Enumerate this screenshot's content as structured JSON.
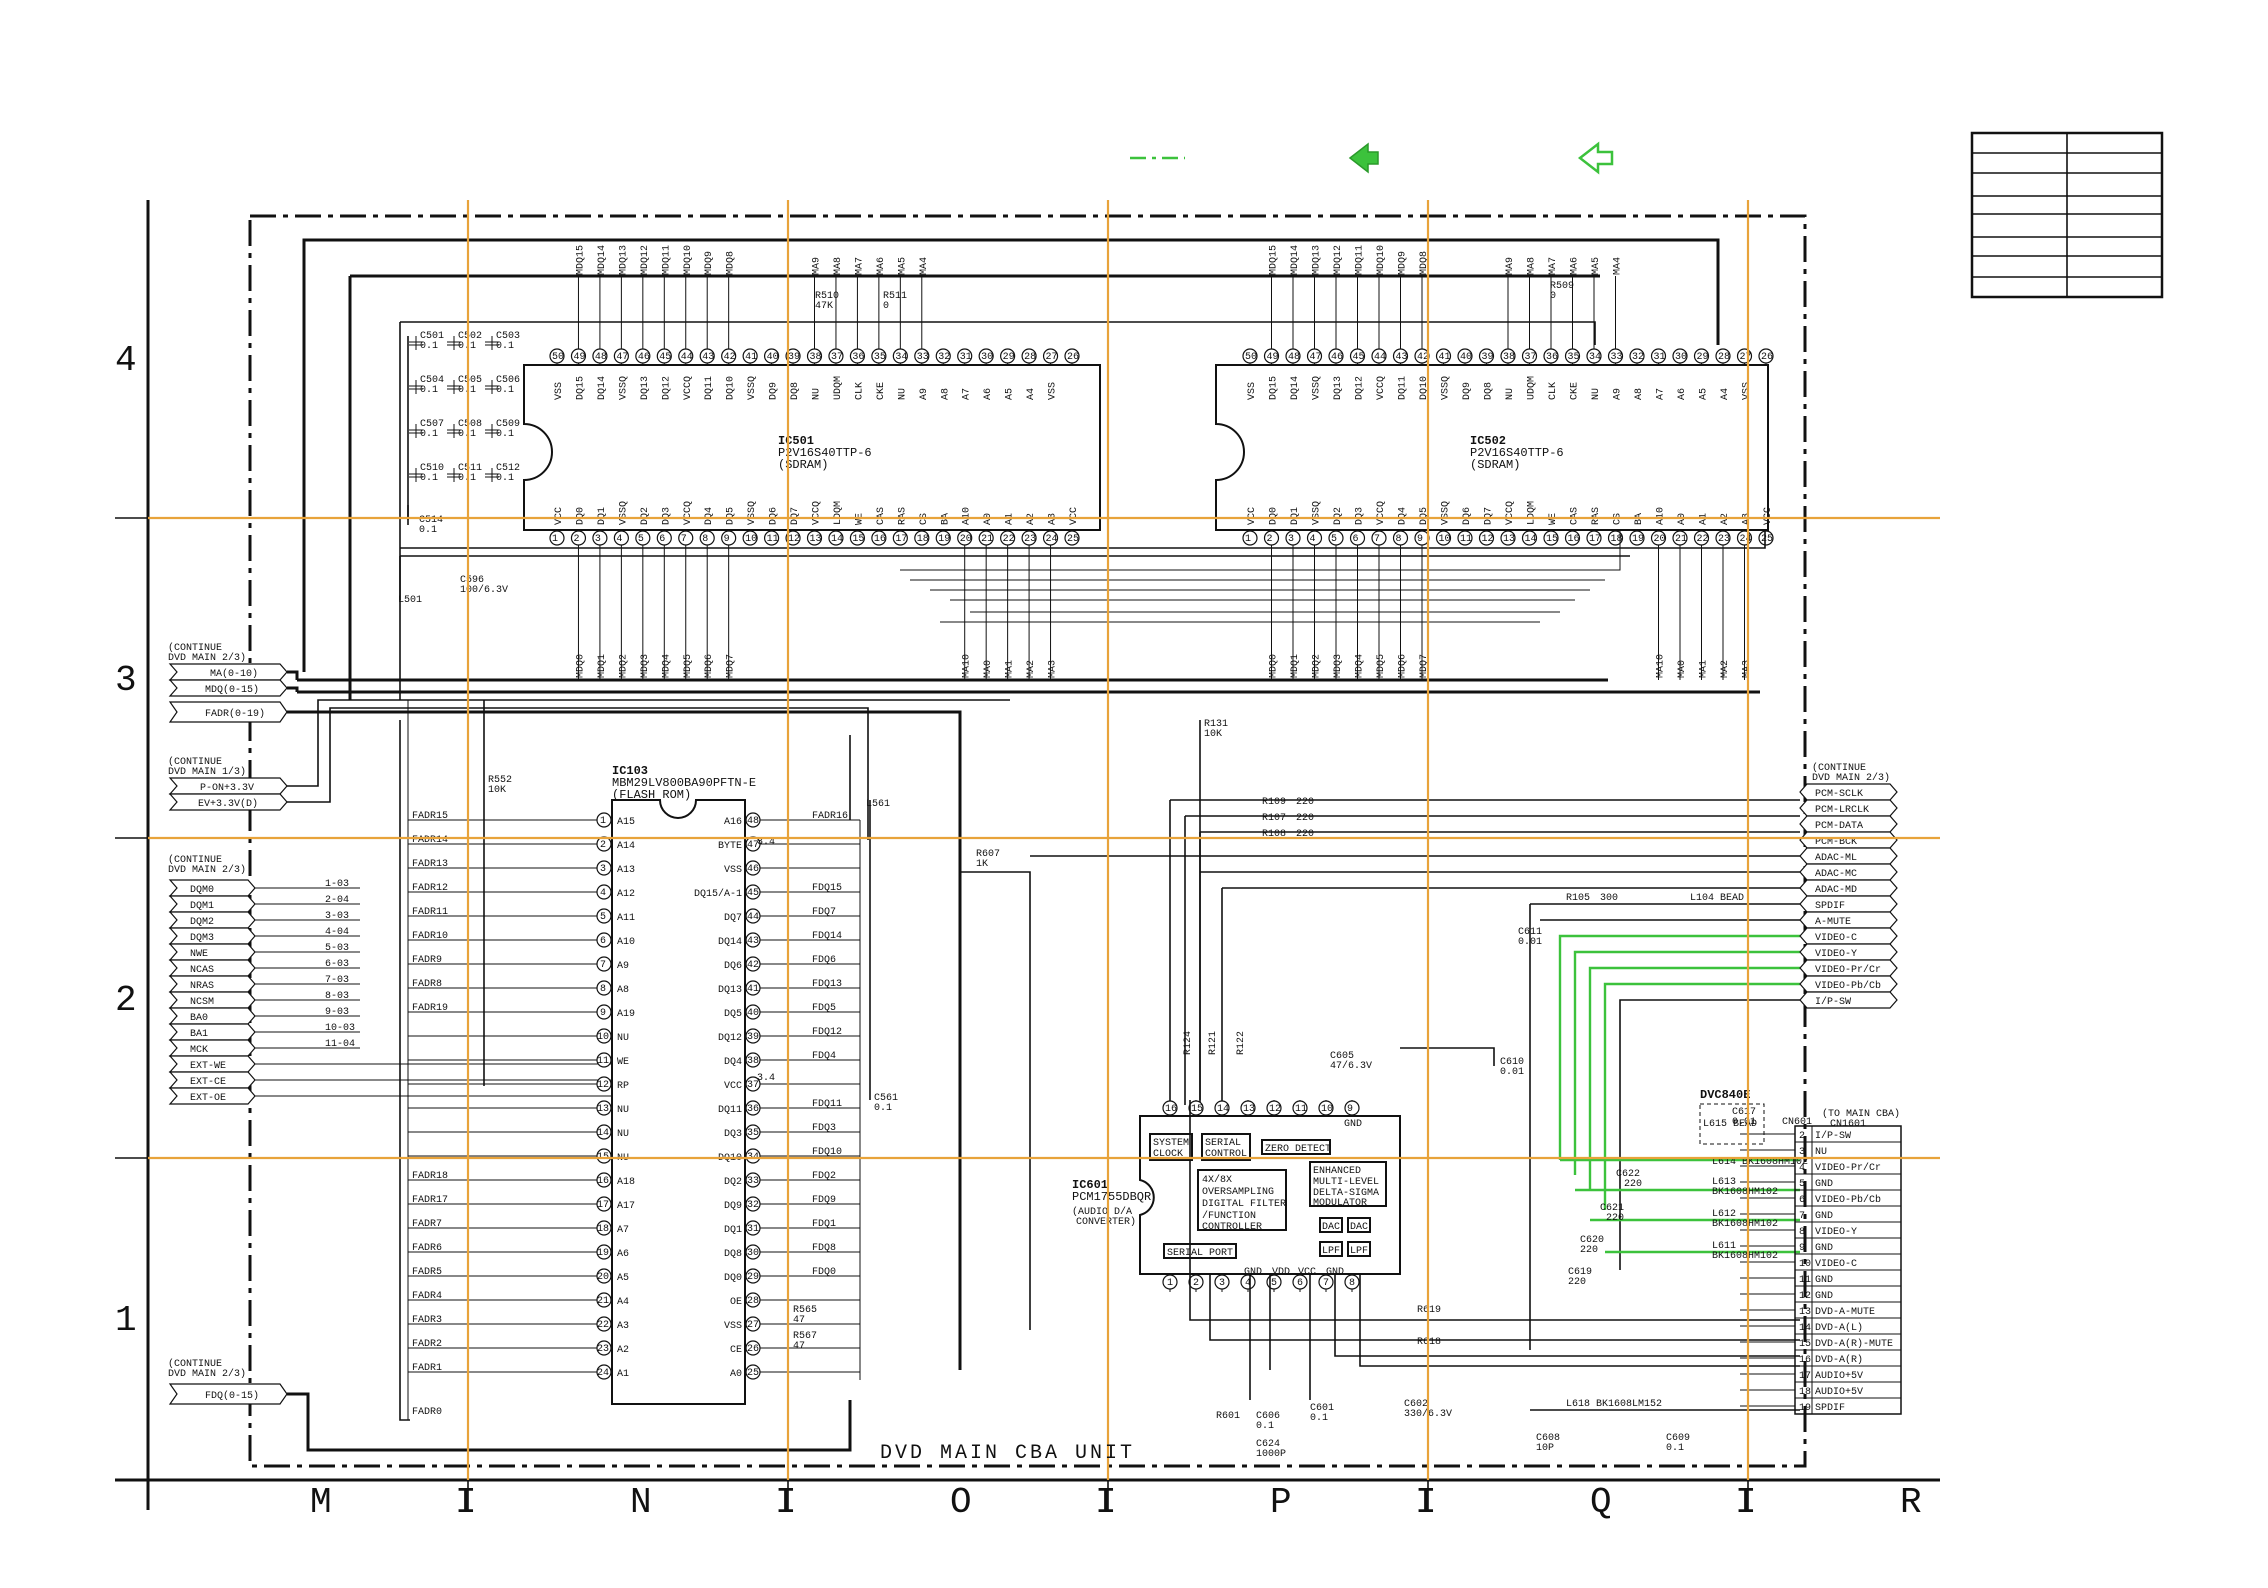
{
  "zones_row": [
    "M",
    "N",
    "O",
    "P",
    "Q",
    "R"
  ],
  "zones_col": [
    "4",
    "3",
    "2",
    "1"
  ],
  "title": "DVD MAIN CBA UNIT",
  "ic501": {
    "ref": "IC501",
    "part": "P2V16S40TTP-6",
    "type": "(SDRAM)"
  },
  "ic502": {
    "ref": "IC502",
    "part": "P2V16S40TTP-6",
    "type": "(SDRAM)"
  },
  "ic103": {
    "ref": "IC103",
    "part": "MBM29LV800BA90PFTN-E",
    "type": "(FLASH ROM)"
  },
  "ic601": {
    "ref": "IC601",
    "part": "PCM1755DBQR",
    "type1": "(AUDIO D/A",
    "type2": "CONVERTER)"
  },
  "sdram_top_pins": [
    "VSS",
    "DQ15",
    "DQ14",
    "VSSQ",
    "DQ13",
    "DQ12",
    "VCCQ",
    "DQ11",
    "DQ10",
    "VSSQ",
    "DQ9",
    "DQ8",
    "NU",
    "UDQM",
    "CLK",
    "CKE",
    "NU",
    "A9",
    "A8",
    "A7",
    "A6",
    "A5",
    "A4",
    "VSS"
  ],
  "sdram_bot_pins": [
    "VCC",
    "DQ0",
    "DQ1",
    "VSSQ",
    "DQ2",
    "DQ3",
    "VCCQ",
    "DQ4",
    "DQ5",
    "VSSQ",
    "DQ6",
    "DQ7",
    "VCCQ",
    "LDQM",
    "WE",
    "CAS",
    "RAS",
    "CS",
    "BA",
    "A10",
    "A0",
    "A1",
    "A2",
    "A3",
    "VCC"
  ],
  "sdram_top_nums": [
    "50",
    "49",
    "48",
    "47",
    "46",
    "45",
    "44",
    "43",
    "42",
    "41",
    "40",
    "39",
    "38",
    "37",
    "36",
    "35",
    "34",
    "33",
    "32",
    "31",
    "30",
    "29",
    "28",
    "27",
    "26"
  ],
  "sdram_bot_nums": [
    "1",
    "2",
    "3",
    "4",
    "5",
    "6",
    "7",
    "8",
    "9",
    "10",
    "11",
    "12",
    "13",
    "14",
    "15",
    "16",
    "17",
    "18",
    "19",
    "20",
    "21",
    "22",
    "23",
    "24",
    "25"
  ],
  "ic501_top_nets": [
    "MDQ15",
    "MDQ14",
    "MDQ13",
    "MDQ12",
    "MDQ11",
    "MDQ10",
    "MDQ9",
    "MDQ8",
    "MA9",
    "MA8",
    "MA7",
    "MA6",
    "MA5",
    "MA4"
  ],
  "ic501_bot_nets": [
    "MDQ0",
    "MDQ1",
    "MDQ2",
    "MDQ3",
    "MDQ4",
    "MDQ5",
    "MDQ6",
    "MDQ7",
    "MA10",
    "MA0",
    "MA1",
    "MA2",
    "MA3"
  ],
  "caps_left": [
    "C501",
    "C502",
    "C503",
    "C504",
    "C505",
    "C506",
    "C507",
    "C508",
    "C509",
    "C510",
    "C511",
    "C512"
  ],
  "cap_val": "0.1",
  "c514": "C514",
  "c596": {
    "ref": "C596",
    "val": "100/6.3V"
  },
  "l501": "L501",
  "r510": {
    "ref": "R510",
    "val": "47K"
  },
  "r511": {
    "ref": "R511",
    "val": "0"
  },
  "r509": {
    "ref": "R509",
    "val": "0"
  },
  "v34": "3.4",
  "left_conn1": {
    "note1": "(CONTINUE",
    "note2": "DVD MAIN 2/3)",
    "nets": [
      "MA(0-10)",
      "MDQ(0-15)"
    ]
  },
  "fadr_bus": "FADR(0-19)",
  "left_conn2": {
    "note1": "(CONTINUE",
    "note2": "DVD MAIN 1/3)",
    "nets": [
      "P-ON+3.3V",
      "EV+3.3V(D)"
    ]
  },
  "left_conn3": {
    "nets": [
      "DQM0",
      "DQM1",
      "DQM2",
      "DQM3",
      "NWE",
      "NCAS",
      "NRAS",
      "NCSM",
      "BA0",
      "BA1",
      "MCK",
      "EXT-WE",
      "EXT-CE",
      "EXT-OE"
    ],
    "codes": [
      "1-03",
      "2-04",
      "3-03",
      "4-04",
      "5-03",
      "6-03",
      "7-03",
      "8-03",
      "9-03",
      "10-03",
      "11-04"
    ]
  },
  "left_conn4": {
    "note1": "(CONTINUE",
    "note2": "DVD MAIN 2/3)",
    "nets": [
      "FDQ(0-15)"
    ]
  },
  "ic103_left_pins": [
    "A15",
    "A14",
    "A13",
    "A12",
    "A11",
    "A10",
    "A9",
    "A8",
    "A19",
    "NU",
    "WE",
    "RP",
    "NU",
    "NU",
    "NU",
    "A18",
    "A17",
    "A7",
    "A6",
    "A5",
    "A4",
    "A3",
    "A2",
    "A1"
  ],
  "ic103_left_nets": [
    "FADR15",
    "FADR14",
    "FADR13",
    "FADR12",
    "FADR11",
    "FADR10",
    "FADR9",
    "FADR8",
    "FADR19",
    "",
    "",
    "",
    "",
    "",
    "",
    "FADR18",
    "FADR17",
    "FADR7",
    "FADR6",
    "FADR5",
    "FADR4",
    "FADR3",
    "FADR2",
    "FADR1"
  ],
  "ic103_right_pins": [
    "A16",
    "BYTE",
    "VSS",
    "DQ15/A-1",
    "DQ7",
    "DQ14",
    "DQ6",
    "DQ13",
    "DQ5",
    "DQ12",
    "DQ4",
    "VCC",
    "DQ11",
    "DQ3",
    "DQ10",
    "DQ2",
    "DQ9",
    "DQ1",
    "DQ8",
    "DQ0",
    "OE",
    "VSS",
    "CE",
    "A0"
  ],
  "ic103_right_nets": [
    "FADR16",
    "",
    "",
    "FDQ15",
    "FDQ7",
    "FDQ14",
    "FDQ6",
    "FDQ13",
    "FDQ5",
    "FDQ12",
    "FDQ4",
    "",
    "FDQ11",
    "FDQ3",
    "FDQ10",
    "FDQ2",
    "FDQ9",
    "FDQ1",
    "FDQ8",
    "FDQ0",
    "",
    "",
    "",
    ""
  ],
  "fadr0": "FADR0",
  "r552": {
    "ref": "R552",
    "val": "10K"
  },
  "r565": {
    "ref": "R565",
    "val": "47"
  },
  "r567": {
    "ref": "R567",
    "val": "47"
  },
  "l561": "L561",
  "c561": {
    "ref": "C561",
    "val": "0.1"
  },
  "r131": {
    "ref": "R131",
    "val": "10K"
  },
  "r607": {
    "ref": "R607",
    "val": "1K"
  },
  "r109": {
    "ref": "R109",
    "val": "220"
  },
  "r107": {
    "ref": "R107",
    "val": "220"
  },
  "r108": {
    "ref": "R108",
    "val": "220"
  },
  "r105": {
    "ref": "R105",
    "val": "300"
  },
  "l104": "L104 BEAD",
  "c611": {
    "ref": "C611",
    "val": "0.01"
  },
  "right_conn": {
    "note1": "(CONTINUE",
    "note2": "DVD MAIN 2/3)",
    "nets": [
      "PCM-SCLK",
      "PCM-LRCLK",
      "PCM-DATA",
      "PCM-BCK",
      "ADAC-ML",
      "ADAC-MC",
      "ADAC-MD",
      "SPDIF",
      "A-MUTE",
      "VIDEO-C",
      "VIDEO-Y",
      "VIDEO-Pr/Cr",
      "VIDEO-Pb/Cb",
      "I/P-SW"
    ]
  },
  "ic601_blocks": [
    "SYSTEM CLOCK",
    "SERIAL CONTROL",
    "ZERO DETECT",
    "4X/8X OVERSAMPLING DIGITAL FILTER /FUNCTION CONTROLLER",
    "ENHANCED MULTI-LEVEL DELTA-SIGMA MODULATOR",
    "DAC",
    "DAC",
    "LPF",
    "LPF",
    "SERIAL PORT"
  ],
  "ic601_top_pins": [
    "16",
    "15",
    "14",
    "13",
    "12",
    "11",
    "10",
    "9"
  ],
  "ic601_bot_pins": [
    "1",
    "2",
    "3",
    "4",
    "5",
    "6",
    "7",
    "8"
  ],
  "ic601_pwr": [
    "GND",
    "VDD",
    "VCC",
    "GND"
  ],
  "c605": {
    "ref": "C605",
    "val": "47/6.3V"
  },
  "c610": {
    "ref": "C610",
    "val": "0.01"
  },
  "r124": "R124",
  "r121": "R121",
  "r122": "R122",
  "dvc": "DVC840E",
  "l615": "L615 BEAD",
  "c617": {
    "ref": "C617",
    "val": "0.01"
  },
  "cn601": {
    "ref": "CN601",
    "note": "(TO MAIN CBA)",
    "note2": "CN1601",
    "nets": [
      "I/P-SW",
      "NU",
      "VIDEO-Pr/Cr",
      "GND",
      "VIDEO-Pb/Cb",
      "GND",
      "VIDEO-Y",
      "GND",
      "VIDEO-C",
      "GND",
      "GND",
      "DVD-A-MUTE",
      "DVD-A(L)",
      "DVD-A(R)-MUTE",
      "DVD-A(R)",
      "AUDIO+5V",
      "AUDIO+5V",
      "SPDIF"
    ],
    "nums": [
      "2",
      "3",
      "4",
      "5",
      "6",
      "7",
      "8",
      "9",
      "10",
      "11",
      "12",
      "13",
      "14",
      "15",
      "16",
      "17",
      "18",
      "19"
    ]
  },
  "l614": "L614 BK1608HM102",
  "l613": "L613",
  "l612": "L612",
  "l611": "L611",
  "lval": "BK1608HM102",
  "l618": "L618 BK1608LM152",
  "c622": "C622",
  "c621": "C621",
  "c620": "C620",
  "c619": "C619",
  "c220": "220",
  "r619": "R619",
  "r618": "R618",
  "c601": {
    "ref": "C601",
    "val": "0.1"
  },
  "c602": {
    "ref": "C602",
    "val": "330/6.3V"
  },
  "r601": "R601",
  "c606": {
    "ref": "C606",
    "val": "0.1"
  },
  "c624": {
    "ref": "C624",
    "val": "1000P"
  },
  "c608": {
    "ref": "C608",
    "val": "10P"
  },
  "c609": {
    "ref": "C609",
    "val": "0.1"
  }
}
